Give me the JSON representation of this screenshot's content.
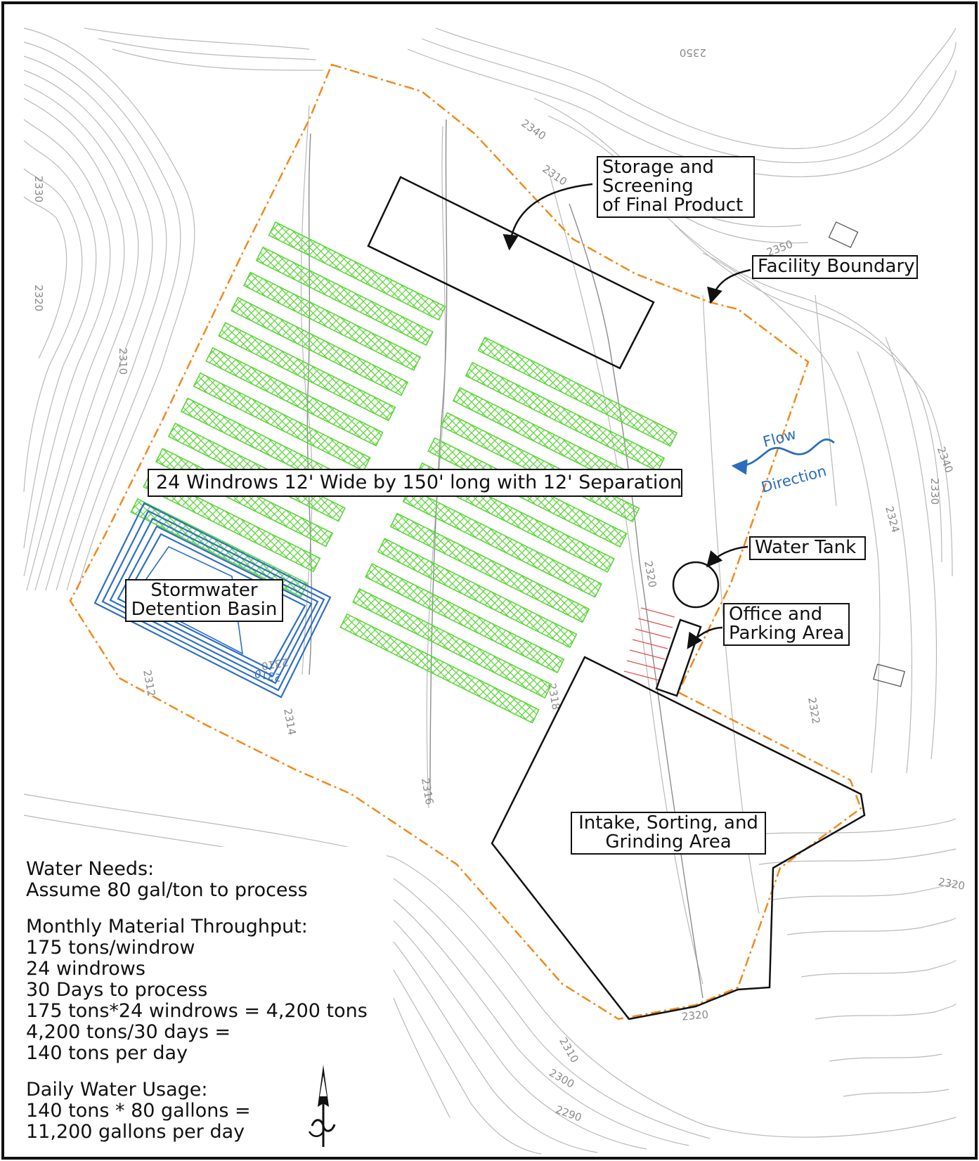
{
  "labels": {
    "storage": [
      "Storage and",
      "Screening",
      "of Final Product"
    ],
    "facility_boundary": "Facility Boundary",
    "windrows": "24 Windrows 12' Wide by 150' long with 12' Separation",
    "stormwater": [
      "Stormwater",
      "Detention Basin"
    ],
    "water_tank": "Water Tank",
    "office": [
      "Office and",
      "Parking Area"
    ],
    "intake": [
      "Intake, Sorting, and",
      "Grinding Area"
    ],
    "flow": [
      "Flow",
      "Direction"
    ]
  },
  "notes": {
    "water_needs": [
      "Water Needs:",
      "Assume 80 gal/ton to process"
    ],
    "throughput": [
      "Monthly Material Throughput:",
      "175 tons/windrow",
      "24 windrows",
      "30 Days to process",
      "175 tons*24 windrows = 4,200 tons",
      "4,200 tons/30 days =",
      "140 tons per day"
    ],
    "daily_usage": [
      "Daily Water Usage:",
      "140 tons * 80 gallons =",
      "11,200 gallons per day"
    ]
  },
  "contour_labels": [
    "2350",
    "2340",
    "2310",
    "2350",
    "2330",
    "2320",
    "2310",
    "2324",
    "2330",
    "2340",
    "2320",
    "2312",
    "2314",
    "2316",
    "2318",
    "2322",
    "2320",
    "2310",
    "2310",
    "2300",
    "2290",
    "2320"
  ],
  "colors": {
    "boundary": "#f08a1c",
    "windrow": "#5dd63a",
    "basin": "#2f6fc4",
    "flow": "#2a6ebb",
    "contour": "#b9b9b9",
    "parking": "#e8504e"
  },
  "icons": {
    "north_arrow": "north-arrow-icon",
    "flow_arrow": "wavy-arrow-icon"
  }
}
